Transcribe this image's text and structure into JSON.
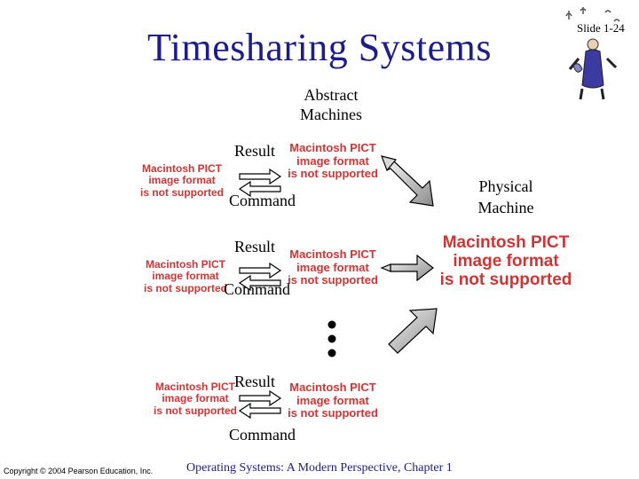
{
  "slide": {
    "title": "Timesharing Systems",
    "slide_number": "Slide 1-24"
  },
  "labels": {
    "abstract_machines_line1": "Abstract",
    "abstract_machines_line2": "Machines",
    "physical_machine_line1": "Physical",
    "physical_machine_line2": "Machine",
    "result": "Result",
    "command": "Command"
  },
  "placeholder": {
    "text": "Macintosh PICT\nimage format\nis not supported"
  },
  "footer": {
    "copyright": "Copyright © 2004 Pearson Education, Inc.",
    "course": "Operating Systems: A Modern Perspective, Chapter 1"
  },
  "icons": {
    "logo": "musician-clipart-icon"
  }
}
